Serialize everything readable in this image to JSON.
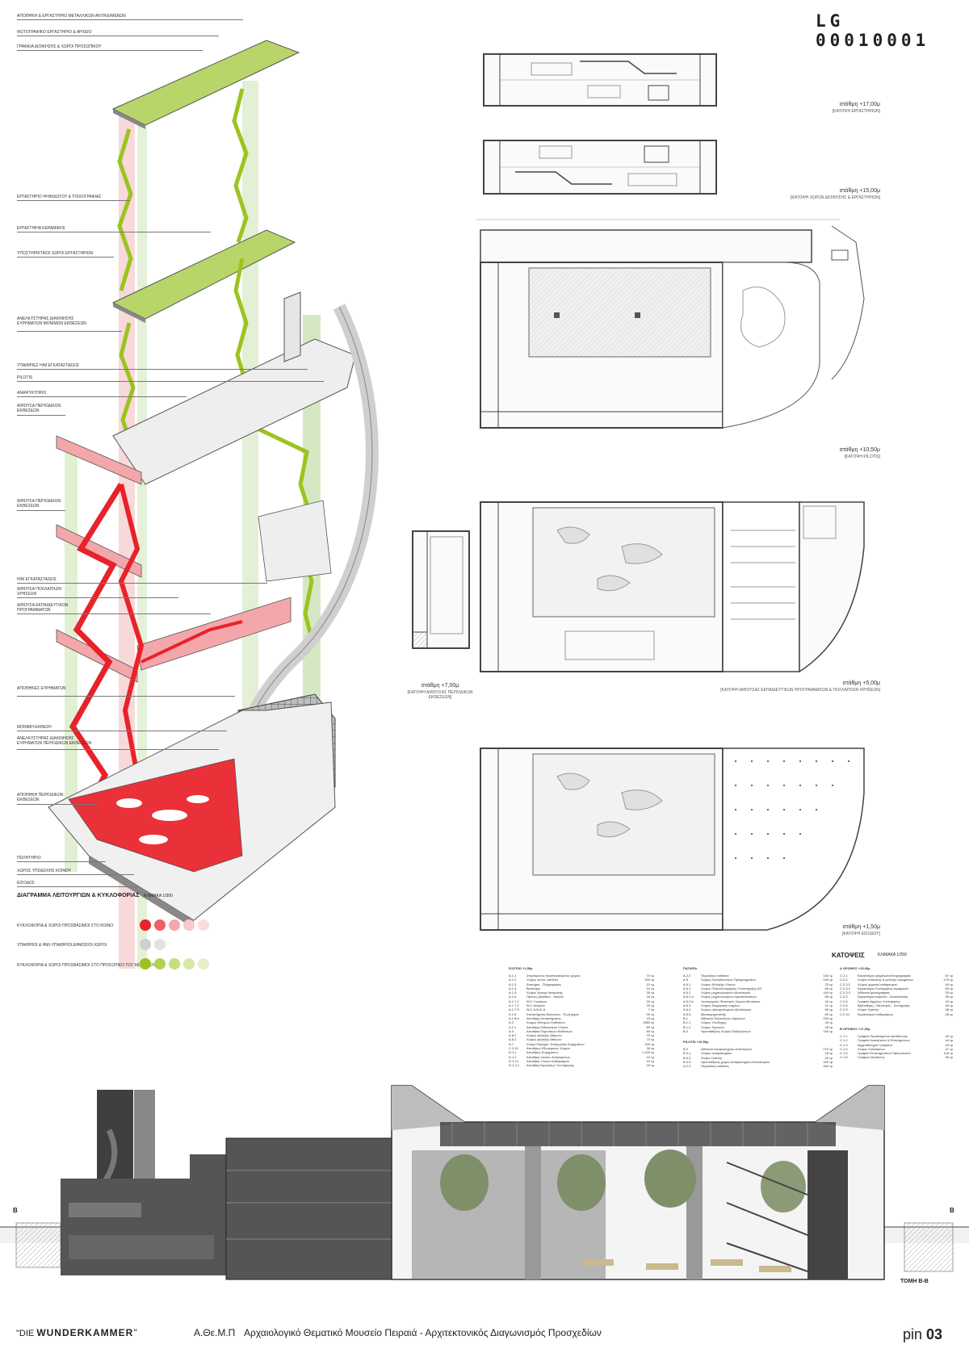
{
  "header": {
    "code": "LG 00010001"
  },
  "axo": {
    "labels": [
      "ΑΠΟΘΗΚΗ & ΕΡΓΑΣΤΗΡΙΟ ΜΕΤΑΛΛΙΚΩΝ ΑΝΤΙΚΕΙΜΕΝΩΝ",
      "ΦΩΤΟΓΡΑΦΙΚΟ ΕΡΓΑΣΤΗΡΙΟ & ΑΡΧΕΙΟ",
      "ΓΡΑΦΕΙΑ ΔΙΟΙΚΗΣΗΣ & ΧΩΡΟΙ ΠΡΟΣΩΠΙΚΟΥ",
      "ΕΡΓΑΣΤΗΡΙΟ ΨΗΦΙΔΩΤΟΥ & ΤΟΙΧΟΓΡΑΦΙΑΣ",
      "ΕΡΓΑΣΤΗΡΙΑ ΚΕΡΑΜΙΚΗΣ",
      "ΥΠΟΣΤΗΡΙΚΤΙΚΟΙ ΧΩΡΟΙ ΕΡΓΑΣΤΗΡΙΩΝ",
      "ΑΝΕΛΚΥΣΤΗΡΑΣ ΔΙΑΚΙΝΗΣΗΣ ΕΥΡΗΜΑΤΩΝ ΜΟΝΙΜΩΝ ΕΚΘΕΣΕΩΝ",
      "ΥΠΑΙΘΡΙΕΣ Η/Μ ΕΓΚΑΤΑΣΤΑΣΕΙΣ",
      "PILOTIS",
      "ΑΝΑΨΥΚΤΗΡΙΟ",
      "ΑΙΘΟΥΣΑ ΠΕΡΙΟΔΙΚΩΝ ΕΚΘΕΣΕΩΝ",
      "ΑΙΘΟΥΣΑ ΠΕΡΙΟΔΙΚΩΝ ΕΚΘΕΣΕΩΝ",
      "Η/Μ ΕΓΚΑΤΑΣΤΑΣΕΙΣ",
      "ΑΙΘΟΥΣΑ ΠΟΛΛΑΠΛΩΝ ΧΡΗΣΕΩΝ",
      "ΑΙΘΟΥΣΑ ΕΚΠΑΙΔΕΥΤΙΚΩΝ ΠΡΟΓΡΑΜΜΑΤΩΝ",
      "ΑΠΟΘΗΚΕΣ ΕΥΡΗΜΑΤΩΝ",
      "ΜΟΝΙΜΗ ΕΚΘΕΣΗ",
      "ΑΝΕΛΚΥΣΤΗΡΑΣ ΔΙΑΚΙΝΗΣΗΣ ΕΥΡΗΜΑΤΩΝ ΠΕΡΙΟΔΙΚΩΝ ΕΚΘΕΣΕΩΝ",
      "ΑΠΟΘΗΚΗ ΠΕΡΙΟΔΙΚΩΝ ΕΚΘΕΣΕΩΝ",
      "ΠΩΛΗΤΗΡΙΟ",
      "ΧΩΡΟΣ ΥΠΟΔΟΧΗΣ ΚΟΙΝΟΥ",
      "ΕΙΣΟΔΟΣ"
    ],
    "legend_title": "ΔΙΑΓΡΑΜΜΑ ΛΕΙΤΟΥΡΓΙΩΝ & ΚΥΚΛΟΦΟΡΙΑΣ",
    "legend_scale": "ΚΛΙΜΑΚΑ 1/300",
    "legend_rows": [
      "ΚΥΚΛΟΦΟΡΙΑ & ΧΩΡΟΙ ΠΡΟΣΒΑΣΙΜΟΙ ΣΤΟ ΚΟΙΝΟ",
      "ΥΠΑΙΘΡΙΟΙ & ΗΜΙ-ΥΠΑΙΘΡΙΟΙ ΔΗΜΟΣΙΟΙ ΧΩΡΟΙ",
      "ΚΥΚΛΟΦΟΡΙΑ & ΧΩΡΟΙ ΠΡΟΣΒΑΣΙΜΟΙ ΣΤΟ ΠΡΟΣΩΠΙΚΟ ΤΟΥ ΜΟΥΣΕΙΟΥ"
    ],
    "colors": {
      "red": "#e8222b",
      "pink": "#f4a7ab",
      "green": "#9cc31f",
      "lightgreen": "#cfe39a",
      "grey": "#cfcfcf"
    }
  },
  "plans": {
    "p17": {
      "lvl": "στάθμη +17,00μ",
      "name": "[ΚΑΤΟΨΗ ΕΡΓΑΣΤΗΡΙΩΝ]"
    },
    "p15": {
      "lvl": "στάθμη +15,00μ",
      "name": "[ΚΑΤΟΨΗ ΧΩΡΩΝ ΔΙΟΙΚΗΣΗΣ & ΕΡΓΑΣΤΗΡΙΩΝ]"
    },
    "p10": {
      "lvl": "στάθμη +10,50μ",
      "name": "[ΚΑΤΟΨΗ PILOTIS]"
    },
    "p7": {
      "lvl": "στάθμη +7,00μ",
      "name": "[ΚΑΤΟΨΗ ΑΙΘΟΥΣΑΣ ΠΕΡΙΟΔΙΚΩΝ ΕΚΘΕΣΕΩΝ]"
    },
    "p5": {
      "lvl": "στάθμη +5,00μ",
      "name": "[ΚΑΤΟΨΗ ΑΙΘΟΥΣΑΣ ΕΚΠΑΙΔΕΥΤΙΚΩΝ ΠΡΟΓΡΑΜΜΑΤΩΝ & ΠΟΛΛΑΠΛΩΝ ΧΡΗΣΕΩΝ]"
    },
    "p1": {
      "lvl": "στάθμη +1,50μ",
      "name": "[ΚΑΤΟΨΗ ΕΙΣΟΔΟΥ]"
    }
  },
  "katopseis": {
    "title": "ΚΑΤΟΨΕΙΣ",
    "scale": "ΚΛΙΜΑΚΑ 1/250"
  },
  "schedule": {
    "col1_head": "ΙΣΟΓΕΙΟ +1,50μ",
    "col1": [
      [
        "A.1.1",
        "Στεγασμένος προστεγασμένος χώρος",
        "70 τμ"
      ],
      [
        "A.1.2",
        "Χώρος κεντρ. εισόδου",
        "150 τμ"
      ],
      [
        "A.1.3",
        "Εισιτήρια - Πληροφορίες",
        "10 τμ"
      ],
      [
        "A.1.4",
        "Βεστιάριο",
        "10 τμ"
      ],
      [
        "A.1.5",
        "Χώρος ξεκουρ./αναμονής",
        "30 τμ"
      ],
      [
        "A.1.6",
        "Πρώτες βοήθειες - Ιατρείο",
        "16 τμ"
      ],
      [
        "A.1.7.1",
        "W.C Γυναικών",
        "20 τμ"
      ],
      [
        "A.1.7.2",
        "W.C Ανδρών",
        "20 τμ"
      ],
      [
        "A.1.7.5",
        "W.C A.M.E.A",
        "7 τμ"
      ],
      [
        "A.1.8",
        "Καταστήματα Μουσείου - Πωλητήριο",
        "90 τμ"
      ],
      [
        "A.1.8.b",
        "Αποθήκη Καταστήματος",
        "10 τμ"
      ],
      [
        "A.2",
        "Χώρος Μόνιμων Εκθέσεων",
        "1580 τμ"
      ],
      [
        "A.2.1",
        "Αποθήκη Εκθεσιακού Υλικού",
        "80 τμ"
      ],
      [
        "A.3",
        "Αποθήκη Περιοδικών Εκθέσεων",
        "80 τμ"
      ],
      [
        "A.8.1",
        "Χώρος φύλαξης Αθηνών",
        "73 τμ"
      ],
      [
        "A.8.2",
        "Χώρος φύλαξης Αθηνών",
        "73 τμ"
      ],
      [
        "A.7",
        "Χώροι Παροχέτ. Κατηγορίας Ευρημάτων",
        "200 τμ"
      ],
      [
        "C.2.10",
        "Αποθήκες Εξωτερικών Χώρων",
        "30 τμ"
      ],
      [
        "D.1.1",
        "Αποθήκες Ευρημάτων",
        "1.100 τμ"
      ],
      [
        "D.1.2",
        "Αποθήκη λοιπών Αντικειμένων",
        "10 τμ"
      ],
      [
        "D.1.2.1",
        "Αποθήκη Υλικών Καθαρισμού",
        "10 τμ"
      ],
      [
        "D.1.2.2",
        "Αποθήκη Εργαλείων Συντήρησης",
        "20 τμ"
      ]
    ],
    "col2_head": "ΠΑΤΑΡΙΑ",
    "col2": [
      [
        "A.2.2",
        "Περιοδικές εκθέσεις",
        "140 τμ"
      ],
      [
        "A.5",
        "Χώρος Εκπαιδευτικών Προγραμμάτων",
        "140 τμ"
      ],
      [
        "A.5.1",
        "Χώρος Φύλαξης Υλικών",
        "23 τμ"
      ],
      [
        "A.6.1",
        "Χώρος Πολυλειτουργικής Υποστήριξης Α/Σ",
        "80 τμ"
      ],
      [
        "A.6.2",
        "Χώρος μηχανολογικού εξοπλισμού",
        "140 τμ"
      ],
      [
        "A.6.2.a",
        "Χώρος μηχανολογικών εγκαταστάσεων",
        "80 τμ"
      ],
      [
        "A.6.2.b",
        "Λειτουργικός Φωτισμός Χώρου Μουσείου",
        "44 τμ"
      ],
      [
        "A.6.3",
        "Χώρος διαχείρισης κτηρίου",
        "21 τμ"
      ],
      [
        "A.6.4",
        "Χώρος ηλεκτρολογικού εξοπλισμού",
        "60 τμ"
      ],
      [
        "A.6.5",
        "Μετασχηματιστής",
        "60 τμ"
      ],
      [
        "B.1",
        "Αίθουσα Πολλαπλών Χρήσεων",
        "190 τμ"
      ],
      [
        "B.1.1",
        "Χώρος Υποδοχής",
        "40 τμ"
      ],
      [
        "B.1.2",
        "Χώρος Τεχνικών",
        "28 τμ"
      ],
      [
        "B.2",
        "Ημιυπαίθριος Χώρος Εκδηλώσεων",
        "150 τμ"
      ]
    ],
    "col2b_head": "PILOTIS +10,50μ",
    "col2b": [
      [
        "B.3",
        "Αίθουσα αναψυκτηρίου-εστιατορίου",
        "270 τμ"
      ],
      [
        "B.3.1",
        "Χώρος αναψυκτηρίου",
        "18 τμ"
      ],
      [
        "B.3.2",
        "Χώροι Υγιεινής",
        "26 τμ"
      ],
      [
        "B.3.4",
        "Ημιυπαίθριος χώρος Αναψυκτηρίου-Εστιατορίου",
        "150 τμ"
      ],
      [
        "A.2.2",
        "Περιοδικές εκθέσεις",
        "180 τμ"
      ]
    ],
    "col3_head": "Α ΟΡΟΦΟΣ +15,00μ",
    "col3": [
      [
        "C.2.1",
        "Εργαστήριο ψηφιδωτού/τοιχογραφίας",
        "87 τμ"
      ],
      [
        "C.2.2",
        "Χώροι ανάλυσης & μελέτης ευρημάτων",
        "175 τμ"
      ],
      [
        "C.2.3.1",
        "Χώρος χημικού καθαρισμού",
        "40 τμ"
      ],
      [
        "C.2.3.2",
        "Εργαστήριο Συντήρησης κεραμικού",
        "50 τμ"
      ],
      [
        "C.2.3.3",
        "Αίθουσα φωτογραφίας",
        "29 τμ"
      ],
      [
        "C.2.5",
        "Εργαστήριο Ιατρείου - Ανασύσταση",
        "35 τμ"
      ],
      [
        "C.2.6",
        "Γραφείο Αρχείων Συντήρησης",
        "24 τμ"
      ],
      [
        "C.2.8",
        "Βιβλιοθήκη - Μελετητές - Συντήρηση",
        "46 τμ"
      ],
      [
        "C.2.9",
        "Χώροι Υγιεινής",
        "28 τμ"
      ],
      [
        "C.2.10",
        "Εργαστήριο Καθαρισμού",
        "28 τμ"
      ]
    ],
    "col3b_head": "Β ΟΡΟΦΟΣ +17,00μ",
    "col3b": [
      [
        "C.1.1",
        "Γραφείο Προϊσταμένου Διεύθυνσης",
        "40 τμ"
      ],
      [
        "C.1.2",
        "Γραφεία Διοικητικών & Επιστημόνων",
        "44 τμ"
      ],
      [
        "C.1.3",
        "Αρχειοθετήρια Γραφείων",
        "15 τμ"
      ],
      [
        "C.1.4",
        "Χώρος Συσκέψεων",
        "47 τμ"
      ],
      [
        "C.1.5",
        "Γραφείο Επιστημονικού Προσωπικού",
        "118 τμ"
      ],
      [
        "C.1.6",
        "Γραφείο Διευθυντή",
        "30 τμ"
      ]
    ]
  },
  "section": {
    "title": "ΤΟΜΗ Β-Β",
    "marker": "B"
  },
  "footer": {
    "brand_pre": "\"DIE ",
    "brand_main": "WUNDERKAMMER",
    "brand_post": "\"",
    "org": "Α.Θε.Μ.Π",
    "desc": "Αρχαιολογικό Θεματικό Μουσείο Πειραιά - Αρχιτεκτονικός Διαγωνισμός Προσχεδίων",
    "pin_label": "pin",
    "pin_num": "03"
  }
}
